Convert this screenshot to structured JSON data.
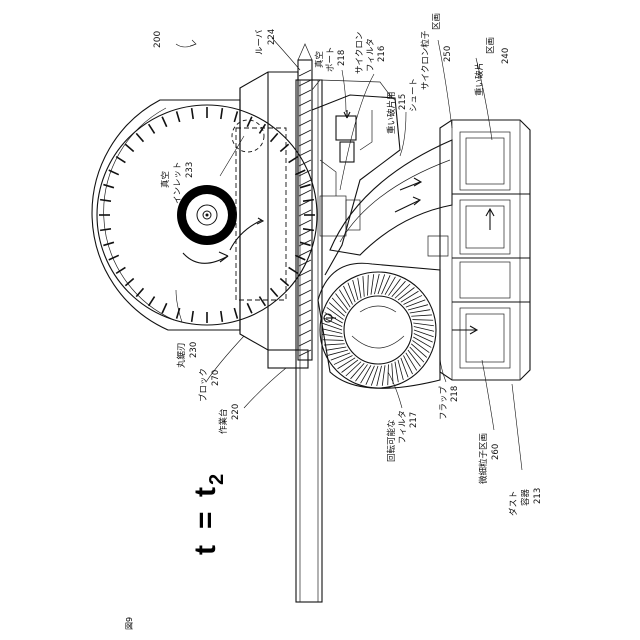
{
  "figure": {
    "label": "図9",
    "ref": "200"
  },
  "equation": {
    "lhs": "t",
    "eq": "=",
    "rhs": "t",
    "sub": "2"
  },
  "labels": {
    "louver": {
      "name": "ルーバ",
      "num": "224"
    },
    "vacuum_port": {
      "name1": "真空",
      "name2": "ポート",
      "num": "218"
    },
    "cyclone_filter": {
      "name1": "サイクロン",
      "name2": "フィルタ",
      "num": "216"
    },
    "heavy_chute": {
      "name1": "重い破片用",
      "name2": "シュート",
      "num": "215"
    },
    "cyclone_particles": {
      "name1": "サイクロン粒子",
      "name2": "区画",
      "num": "250"
    },
    "heavy_section": {
      "name1": "重い破片",
      "name2": "区画",
      "num": "240"
    },
    "vacuum_inlet": {
      "name1": "真空",
      "name2": "インレット",
      "num": "233"
    },
    "blade": {
      "name": "丸鋸刃",
      "num": "230"
    },
    "block": {
      "name": "ブロック",
      "num": "270"
    },
    "table": {
      "name": "作業台",
      "num": "220"
    },
    "rotary_filter": {
      "name1": "回転可能な",
      "name2": "フィルタ",
      "num": "217"
    },
    "flap": {
      "name": "フラップ",
      "num": "218"
    },
    "fine_particles": {
      "name": "微細粒子区画",
      "num": "260"
    },
    "dust_container": {
      "name1": "ダスト",
      "name2": "容器",
      "num": "213"
    }
  }
}
